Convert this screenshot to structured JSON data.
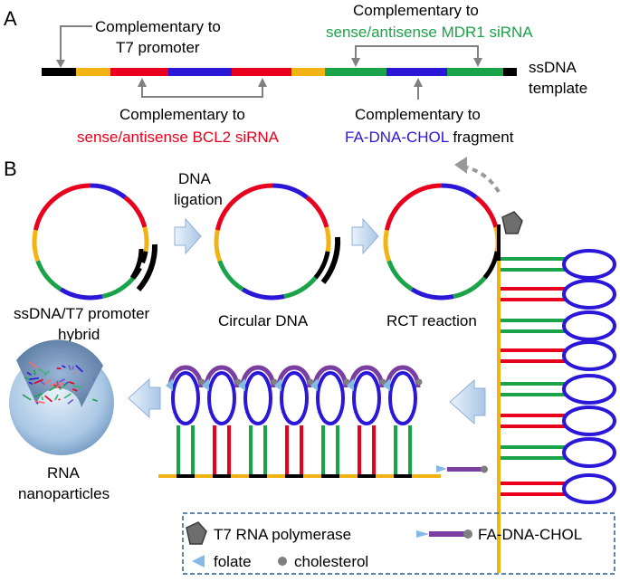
{
  "panel_a": {
    "label": "A",
    "callout_t7": [
      "Complementary to",
      "T7 promoter"
    ],
    "callout_mdr1_line1": "Complementary to",
    "callout_mdr1_line2": "sense/antisense MDR1 siRNA",
    "callout_bcl2_line1": "Complementary to",
    "callout_bcl2_line2": "sense/antisense BCL2 siRNA",
    "callout_fa_line1": "Complementary to",
    "callout_fa_line2a": "FA-DNA-CHOL",
    "callout_fa_line2b": " fragment",
    "template_label": [
      "ssDNA",
      "template"
    ]
  },
  "panel_b": {
    "label": "B",
    "step_ligation": [
      "DNA",
      "ligation"
    ],
    "caption_hybrid": [
      "ssDNA/T7 promoter",
      "hybrid"
    ],
    "caption_circular": "Circular DNA",
    "caption_rct": "RCT reaction",
    "caption_nanoparticles": [
      "RNA",
      "nanoparticles"
    ]
  },
  "legend": {
    "polymerase": "T7 RNA polymerase",
    "fa_dna_chol": "FA-DNA-CHOL",
    "folate": "folate",
    "cholesterol": "cholesterol"
  },
  "colors": {
    "red": "#e8001c",
    "green": "#1ba34a",
    "blue": "#2a17d8",
    "yellow": "#f2b315",
    "black": "#000000",
    "purple": "#7a3fa0",
    "gray": "#7f7f7f",
    "mdr1_text": "#1ba34a",
    "bcl2_text": "#e8001c",
    "fa_text": "#2a17d8",
    "legend_border": "#2f5f8f"
  }
}
